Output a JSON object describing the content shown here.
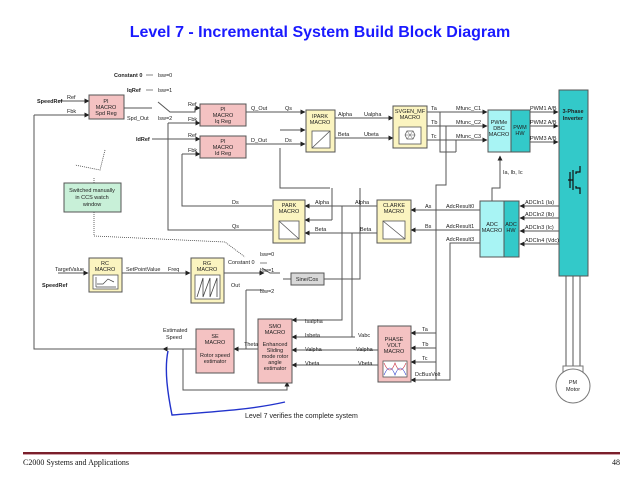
{
  "title": "Level 7 - Incremental System Build Block Diagram",
  "footer": {
    "left": "C2000 Systems and Applications",
    "page_number": "48"
  },
  "colors": {
    "title": "#1a1aff",
    "pink_block": "#f4c2c2",
    "yellow_block": "#fbf4c0",
    "cyan_block": "#a8f4f4",
    "teal_block": "#33c9c9",
    "green_note": "#c8f0d8",
    "annotation": "#2233cc"
  },
  "signals": {
    "constant0_top": "Constant 0",
    "lsw0_top": "lsw=0",
    "iqref": "IqRef",
    "lsw1_top": "lsw=1",
    "speedref_top": "SpeedRef",
    "ref1": "Ref",
    "fbk1": "Fbk",
    "spd_out": "Spd_Out",
    "lsw2_top": "lsw=2",
    "ref2": "Ref",
    "fbk2": "Fbk",
    "idref": "IdRef",
    "ref3": "Ref",
    "fbk3": "Fbk",
    "q_out": "Q_Out",
    "qs_top": "Qs",
    "d_out": "D_Out",
    "ds_top": "Ds",
    "alpha_top": "Alpha",
    "ualpha": "Ualpha",
    "beta_top": "Beta",
    "ubeta": "Ubeta",
    "ta": "Ta",
    "tb": "Tb",
    "tc": "Tc",
    "mfunc_c1": "Mfunc_C1",
    "mfunc_c2": "Mfunc_C2",
    "mfunc_c3": "Mfunc_C3",
    "pwm1": "PWM1 A/B",
    "pwm2": "PWM2 A/B",
    "pwm3": "PWM3 A/B",
    "iabc": "Ia, Ib, Ic",
    "ds_mid": "Ds",
    "qs_mid": "Qs",
    "alpha_mid1": "Alpha",
    "alpha_mid2": "Alpha",
    "beta_mid1": "Beta",
    "beta_mid2": "Beta",
    "as": "As",
    "bs": "Bs",
    "adcresult0": "AdcResult0",
    "adcresult1": "AdcResult1",
    "adcresult3": "AdcResult3",
    "adcin1": "ADCIn1 (Ia)",
    "adcin2": "ADCIn2 (Ib)",
    "adcin3": "ADCIn3 (Ic)",
    "adcin4": "ADCIn4 (Vdc)",
    "targetvalue": "TargetValue",
    "speedref_bottom": "SpeedRef",
    "setpointvalue": "SetPointValue",
    "freq": "Freq",
    "out": "Out",
    "constant0_bottom": "Constant 0",
    "lsw0_bottom": "lsw=0",
    "lsw1_bottom": "lsw=1",
    "lsw2_bottom": "lsw=2",
    "estimated_speed_1": "Estimated",
    "estimated_speed_2": "Speed",
    "theta": "Theta",
    "isalpha": "Isalpha",
    "isbeta": "Isbeta",
    "valpha_l": "Valpha",
    "vbeta_l": "Vbeta",
    "vabc": "Vabc",
    "valpha_r": "Valpha",
    "vbeta_r": "Vbeta",
    "ta2": "Ta",
    "tb2": "Tb",
    "tc2": "Tc",
    "dcbusvolt": "DcBusVolt"
  },
  "blocks": {
    "pi_spd": [
      "PI",
      "MACRO",
      "Spd Reg"
    ],
    "pi_iq": [
      "PI",
      "MACRO",
      "Iq Reg"
    ],
    "pi_id": [
      "PI",
      "MACRO",
      "Id Reg"
    ],
    "ipark": [
      "IPARK",
      "MACRO"
    ],
    "svgen": [
      "SVGEN_MF",
      "MACRO"
    ],
    "pwm_macro": [
      "PWMe",
      "DBC",
      "MACRO"
    ],
    "pwm_hw": [
      "PWM",
      "HW"
    ],
    "inverter": [
      "3-Phase",
      "Inverter"
    ],
    "park": [
      "PARK",
      "MACRO"
    ],
    "clarke": [
      "CLARKE",
      "MACRO"
    ],
    "adc_macro": [
      "ADC",
      "MACRO"
    ],
    "adc_hw": [
      "ADC",
      "HW"
    ],
    "rc": [
      "RC",
      "MACRO"
    ],
    "rg": [
      "RG",
      "MACRO"
    ],
    "sine_cos": "Sine/Cos",
    "se": [
      "SE",
      "MACRO",
      "",
      "Rotor speed",
      "estimator"
    ],
    "smo": [
      "SMO",
      "MACRO",
      "",
      "Enhanced",
      "Sliding",
      "mode rotor",
      "angle",
      "estimator"
    ],
    "phase_volt": [
      "PHASE",
      "VOLT",
      "MACRO"
    ],
    "pm_motor": [
      "PM",
      "Motor"
    ],
    "note": [
      "Switched manually",
      "in CCS watch",
      "window"
    ]
  },
  "annotation": "Level 7 verifies the complete system"
}
